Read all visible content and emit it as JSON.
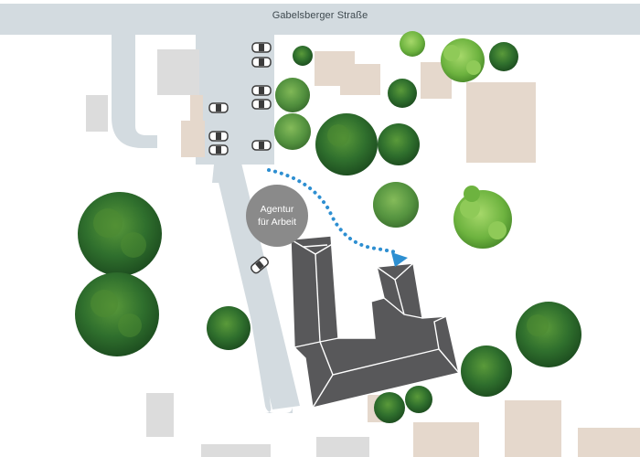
{
  "map": {
    "street_name": "Gabelsberger Straße",
    "poi": {
      "line1": "Agentur",
      "line2": "für Arbeit"
    },
    "colors": {
      "road": "#d3dbe0",
      "building_light": "#e5d8cc",
      "building_grey": "#dcdcdc",
      "main_building": "#58585a",
      "poi_circle": "#8a8a8a",
      "route_arrow": "#2e8fd1",
      "tree_dark": "#2d6b2b",
      "tree_light": "#6db33f"
    },
    "icons": [
      "tree-icon",
      "car-icon",
      "route-arrow-icon"
    ]
  }
}
